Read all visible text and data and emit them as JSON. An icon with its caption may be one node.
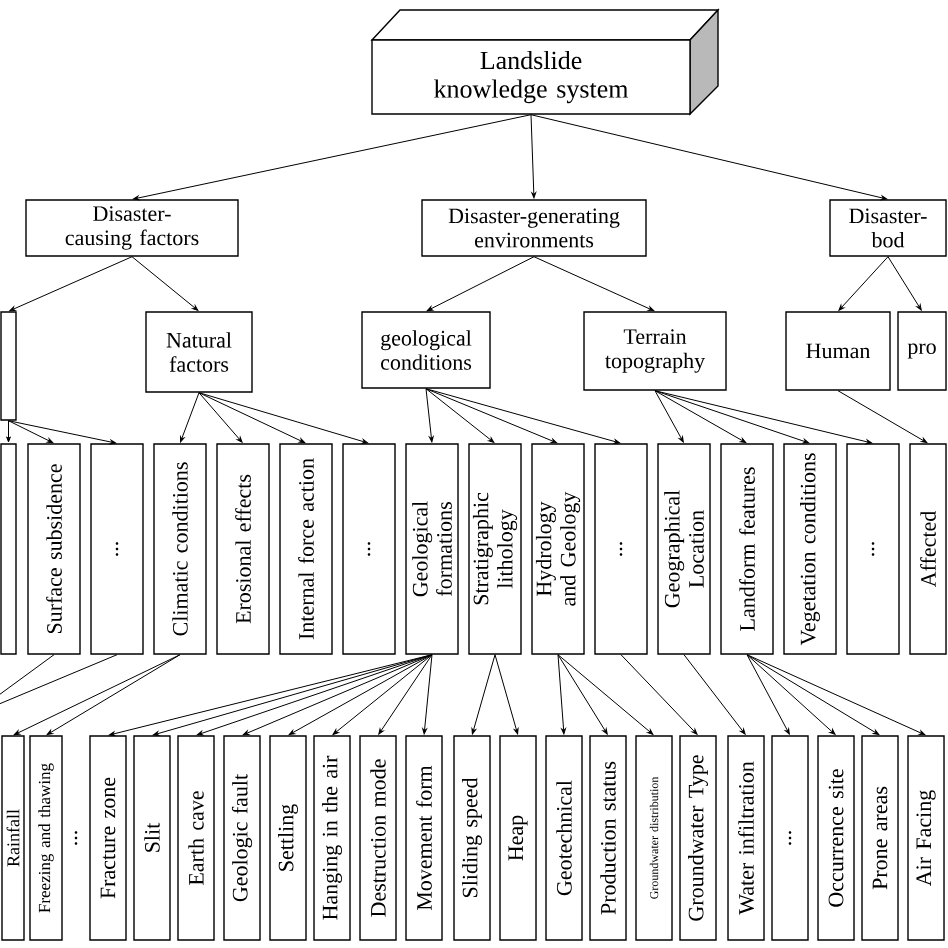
{
  "diagram": {
    "nodes": [
      {
        "text": [
          "Landslide knowledge system"
        ]
      },
      {
        "text": [
          "Disaster-causing factors"
        ]
      },
      {
        "text": [
          "Disaster-generating environments"
        ]
      },
      {
        "text": [
          "Disaster- bod"
        ]
      },
      {
        "text": [],
        "shape": "box"
      },
      {
        "text": [
          "Natural factors"
        ]
      },
      {
        "text": [
          "geological conditions"
        ]
      },
      {
        "text": [
          "Terrain topography"
        ]
      },
      {
        "text": [
          "Human"
        ]
      },
      {
        "text": [
          "pro"
        ]
      },
      {
        "text": [],
        "shape": "box"
      },
      {
        "text": [
          "Surface subsidence"
        ]
      },
      {
        "text": [
          "..."
        ]
      },
      {
        "text": [
          "Climatic conditions"
        ]
      },
      {
        "text": [
          "Erosional effects"
        ]
      },
      {
        "text": [
          "Internal force action"
        ]
      },
      {
        "text": [
          "..."
        ]
      },
      {
        "text": [
          "Geological formations"
        ]
      },
      {
        "text": [
          "Stratigraphic lithology"
        ]
      },
      {
        "text": [
          "Hydrology and Geology"
        ]
      },
      {
        "text": [
          "..."
        ]
      },
      {
        "text": [
          "Geographical Location"
        ]
      },
      {
        "text": [
          "Landform features"
        ]
      },
      {
        "text": [
          "Vegetation conditions"
        ]
      },
      {
        "text": [
          "..."
        ]
      },
      {
        "text": [
          "Affected"
        ]
      },
      {
        "text": [
          "Rainfall"
        ]
      },
      {
        "text": [
          "Freezing and thawing"
        ]
      },
      {
        "text": [
          "Fracture zone"
        ]
      },
      {
        "text": [
          "Slit"
        ]
      },
      {
        "text": [
          "Earth cave"
        ]
      },
      {
        "text": [
          "Geologic fault"
        ]
      },
      {
        "text": [
          "Settling"
        ]
      },
      {
        "text": [
          "Hanging in the air"
        ]
      },
      {
        "text": [
          "Destruction mode"
        ]
      },
      {
        "text": [
          "Movement form"
        ]
      },
      {
        "text": [
          "Sliding speed"
        ]
      },
      {
        "text": [
          "Heap"
        ]
      },
      {
        "text": [
          "Geotechnical"
        ]
      },
      {
        "text": [
          "Production status"
        ]
      },
      {
        "text": [
          "Groundwater distribution"
        ]
      },
      {
        "text": [
          "Groundwater Type"
        ]
      },
      {
        "text": [
          "Water infiltration"
        ]
      },
      {
        "text": [
          "..."
        ]
      },
      {
        "text": [
          "Occurrence site"
        ]
      },
      {
        "text": [
          "Prone areas"
        ]
      },
      {
        "text": [
          "Air Facing"
        ]
      }
    ],
    "edges": [
      {
        "from": 0,
        "to": 1,
        "arrow": "to"
      },
      {
        "from": 0,
        "to": 2,
        "arrow": "to"
      },
      {
        "from": 0,
        "to": 3,
        "arrow": "to"
      },
      {
        "from": 1,
        "to": 4,
        "arrow": "to"
      },
      {
        "from": 1,
        "to": 5,
        "arrow": "to"
      },
      {
        "from": 2,
        "to": 6,
        "arrow": "to"
      },
      {
        "from": 2,
        "to": 7,
        "arrow": "to"
      },
      {
        "from": 3,
        "to": 8,
        "arrow": "to"
      },
      {
        "from": 3,
        "to": 9,
        "arrow": "to"
      },
      {
        "from": 4,
        "to": 10,
        "arrow": "to"
      },
      {
        "from": 4,
        "to": 11,
        "arrow": "to"
      },
      {
        "from": 4,
        "to": 12,
        "arrow": "to"
      },
      {
        "from": 5,
        "to": 13,
        "arrow": "to"
      },
      {
        "from": 5,
        "to": 14,
        "arrow": "to"
      },
      {
        "from": 5,
        "to": 15,
        "arrow": "to"
      },
      {
        "from": 5,
        "to": 16,
        "arrow": "to"
      },
      {
        "from": 6,
        "to": 17,
        "arrow": "to"
      },
      {
        "from": 6,
        "to": 18,
        "arrow": "to"
      },
      {
        "from": 6,
        "to": 19,
        "arrow": "to"
      },
      {
        "from": 6,
        "to": 20,
        "arrow": "to"
      },
      {
        "from": 7,
        "to": 21,
        "arrow": "to"
      },
      {
        "from": 7,
        "to": 22,
        "arrow": "to"
      },
      {
        "from": 7,
        "to": 23,
        "arrow": "to"
      },
      {
        "from": 7,
        "to": 24,
        "arrow": "to"
      },
      {
        "from": 8,
        "to": 25,
        "arrow": "to"
      },
      {
        "from": 11,
        "to": null,
        "arrow": "none"
      },
      {
        "from": 12,
        "to": null,
        "arrow": "none"
      },
      {
        "from": 13,
        "to": 26,
        "arrow": "to"
      },
      {
        "from": 13,
        "to": 27,
        "arrow": "to"
      },
      {
        "from": 17,
        "to": 28,
        "arrow": "to"
      },
      {
        "from": 17,
        "to": 29,
        "arrow": "to"
      },
      {
        "from": 17,
        "to": 30,
        "arrow": "to"
      },
      {
        "from": 17,
        "to": 31,
        "arrow": "to"
      },
      {
        "from": 17,
        "to": 32,
        "arrow": "to"
      },
      {
        "from": 17,
        "to": 33,
        "arrow": "to"
      },
      {
        "from": 17,
        "to": 34,
        "arrow": "to"
      },
      {
        "from": 17,
        "to": 35,
        "arrow": "to"
      },
      {
        "from": 18,
        "to": 36,
        "arrow": "to"
      },
      {
        "from": 18,
        "to": 37,
        "arrow": "to"
      },
      {
        "from": 19,
        "to": 38,
        "arrow": "to"
      },
      {
        "from": 19,
        "to": 39,
        "arrow": "to"
      },
      {
        "from": 19,
        "to": 40,
        "arrow": "to"
      },
      {
        "from": 20,
        "to": 41,
        "arrow": "to"
      },
      {
        "from": 21,
        "to": 42,
        "arrow": "to"
      },
      {
        "from": 22,
        "to": 43,
        "arrow": "to"
      },
      {
        "from": 22,
        "to": 44,
        "arrow": "to"
      },
      {
        "from": 22,
        "to": 45,
        "arrow": "to"
      },
      {
        "from": 22,
        "to": 46,
        "arrow": "to"
      }
    ],
    "labels": [
      "..."
    ]
  }
}
